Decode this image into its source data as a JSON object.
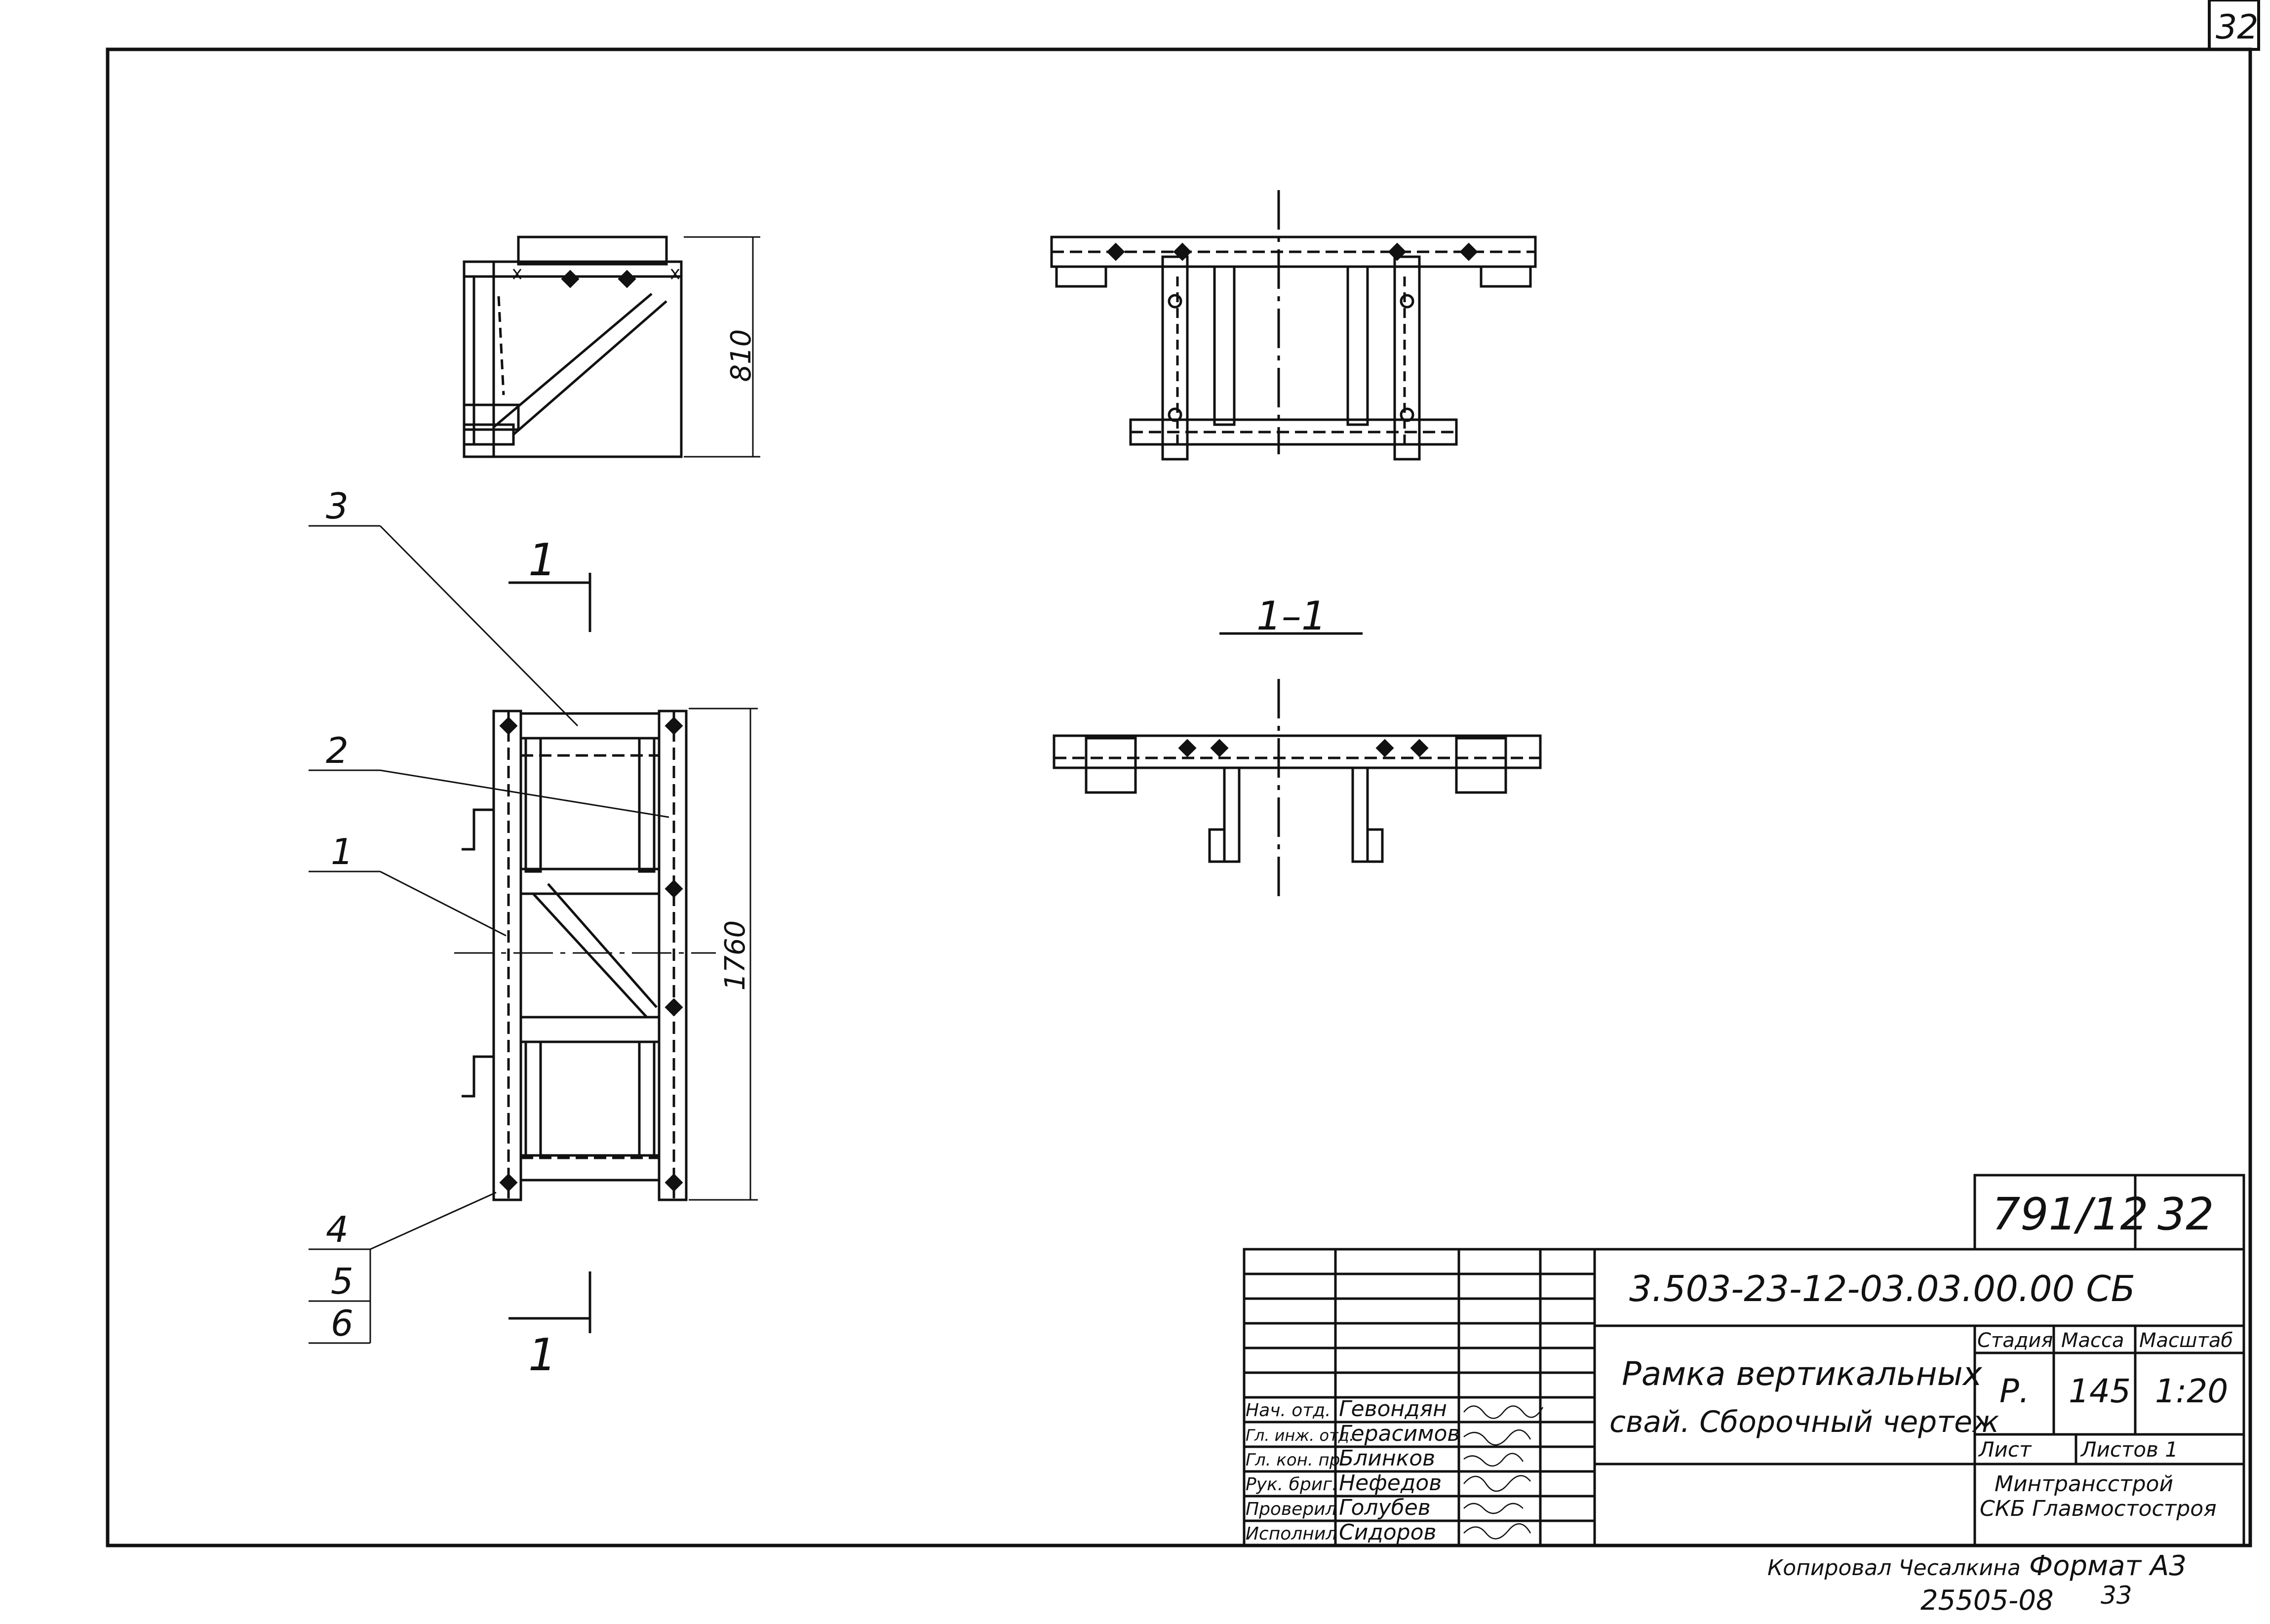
{
  "sheet_corner_number": "32",
  "top_view": {
    "dimension_height": "810"
  },
  "plan_view": {
    "dimension_length": "1760",
    "section_mark_top": "1",
    "section_mark_bottom": "1"
  },
  "section": {
    "label": "1–1"
  },
  "leaders": [
    "3",
    "2",
    "1",
    "4",
    "5",
    "6"
  ],
  "title_block": {
    "project_number": "791/12",
    "sheet_no": "32",
    "designation": "3.503-23-12-03.03.00.00 СБ",
    "title_line1": "Рамка вертикальных",
    "title_line2": "свай. Сборочный чертеж",
    "stage_header": "Стадия",
    "mass_header": "Масса",
    "scale_header": "Масштаб",
    "stage": "Р.",
    "mass": "145",
    "scale": "1:20",
    "sheet_label": "Лист",
    "sheets_label": "Листов 1",
    "org_line1": "Минтрансстрой",
    "org_line2": "СКБ Главмостостроя",
    "signatures": [
      {
        "role": "Нач. отд.",
        "name": "Гевондян"
      },
      {
        "role": "Гл. инж. отд.",
        "name": "Герасимов"
      },
      {
        "role": "Гл. кон. пр.",
        "name": "Блинков"
      },
      {
        "role": "Рук. бриг.",
        "name": "Нефедов"
      },
      {
        "role": "Проверил",
        "name": "Голубев"
      },
      {
        "role": "Исполнил",
        "name": "Сидоров"
      }
    ]
  },
  "footer": {
    "copied_by": "Копировал Чесалкина",
    "format": "Формат А3",
    "order_number": "25505-08",
    "page_number": "33"
  }
}
